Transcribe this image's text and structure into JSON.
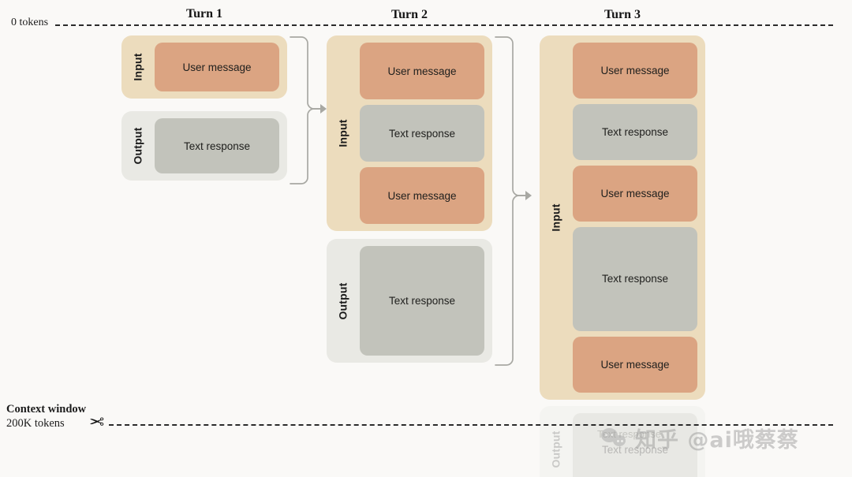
{
  "background_color": "#faf9f7",
  "palette": {
    "input_container": "#ecdcbd",
    "output_container": "#e9e9e4",
    "user_message": "#dba482",
    "text_response": "#c2c3bb",
    "connector": "#a8a8a3",
    "ruler": "#2b2b2b"
  },
  "top_axis": {
    "label": "0 tokens",
    "icon": "dashed-line"
  },
  "bottom_axis": {
    "title": "Context window",
    "subtitle": "200K tokens",
    "icon": "scissors-icon",
    "glyph": "✂"
  },
  "turns": [
    {
      "title": "Turn 1",
      "groups": [
        {
          "label": "Input",
          "items": [
            {
              "type": "user",
              "label": "User message"
            }
          ]
        },
        {
          "label": "Output",
          "items": [
            {
              "type": "text",
              "label": "Text response"
            }
          ]
        }
      ]
    },
    {
      "title": "Turn 2",
      "groups": [
        {
          "label": "Input",
          "items": [
            {
              "type": "user",
              "label": "User message"
            },
            {
              "type": "text",
              "label": "Text response"
            },
            {
              "type": "user",
              "label": "User message"
            }
          ]
        },
        {
          "label": "Output",
          "items": [
            {
              "type": "text",
              "label": "Text response"
            }
          ]
        }
      ]
    },
    {
      "title": "Turn 3",
      "groups": [
        {
          "label": "Input",
          "items": [
            {
              "type": "user",
              "label": "User message"
            },
            {
              "type": "text",
              "label": "Text response"
            },
            {
              "type": "user",
              "label": "User message"
            },
            {
              "type": "text",
              "label": "Text response"
            },
            {
              "type": "user",
              "label": "User message"
            }
          ]
        },
        {
          "label": "Output",
          "items": [
            {
              "type": "text",
              "label": "Text response"
            }
          ]
        }
      ]
    }
  ],
  "connectors": [
    {
      "from": "Turn 1",
      "to": "Turn 2",
      "icon": "arrow-right-icon"
    },
    {
      "from": "Turn 2",
      "to": "Turn 3",
      "icon": "arrow-right-icon"
    }
  ],
  "watermark": {
    "text": "知乎 @ai哦蔡蔡",
    "ghost_text": "Text response",
    "icon": "wechat-bubbles-icon"
  }
}
